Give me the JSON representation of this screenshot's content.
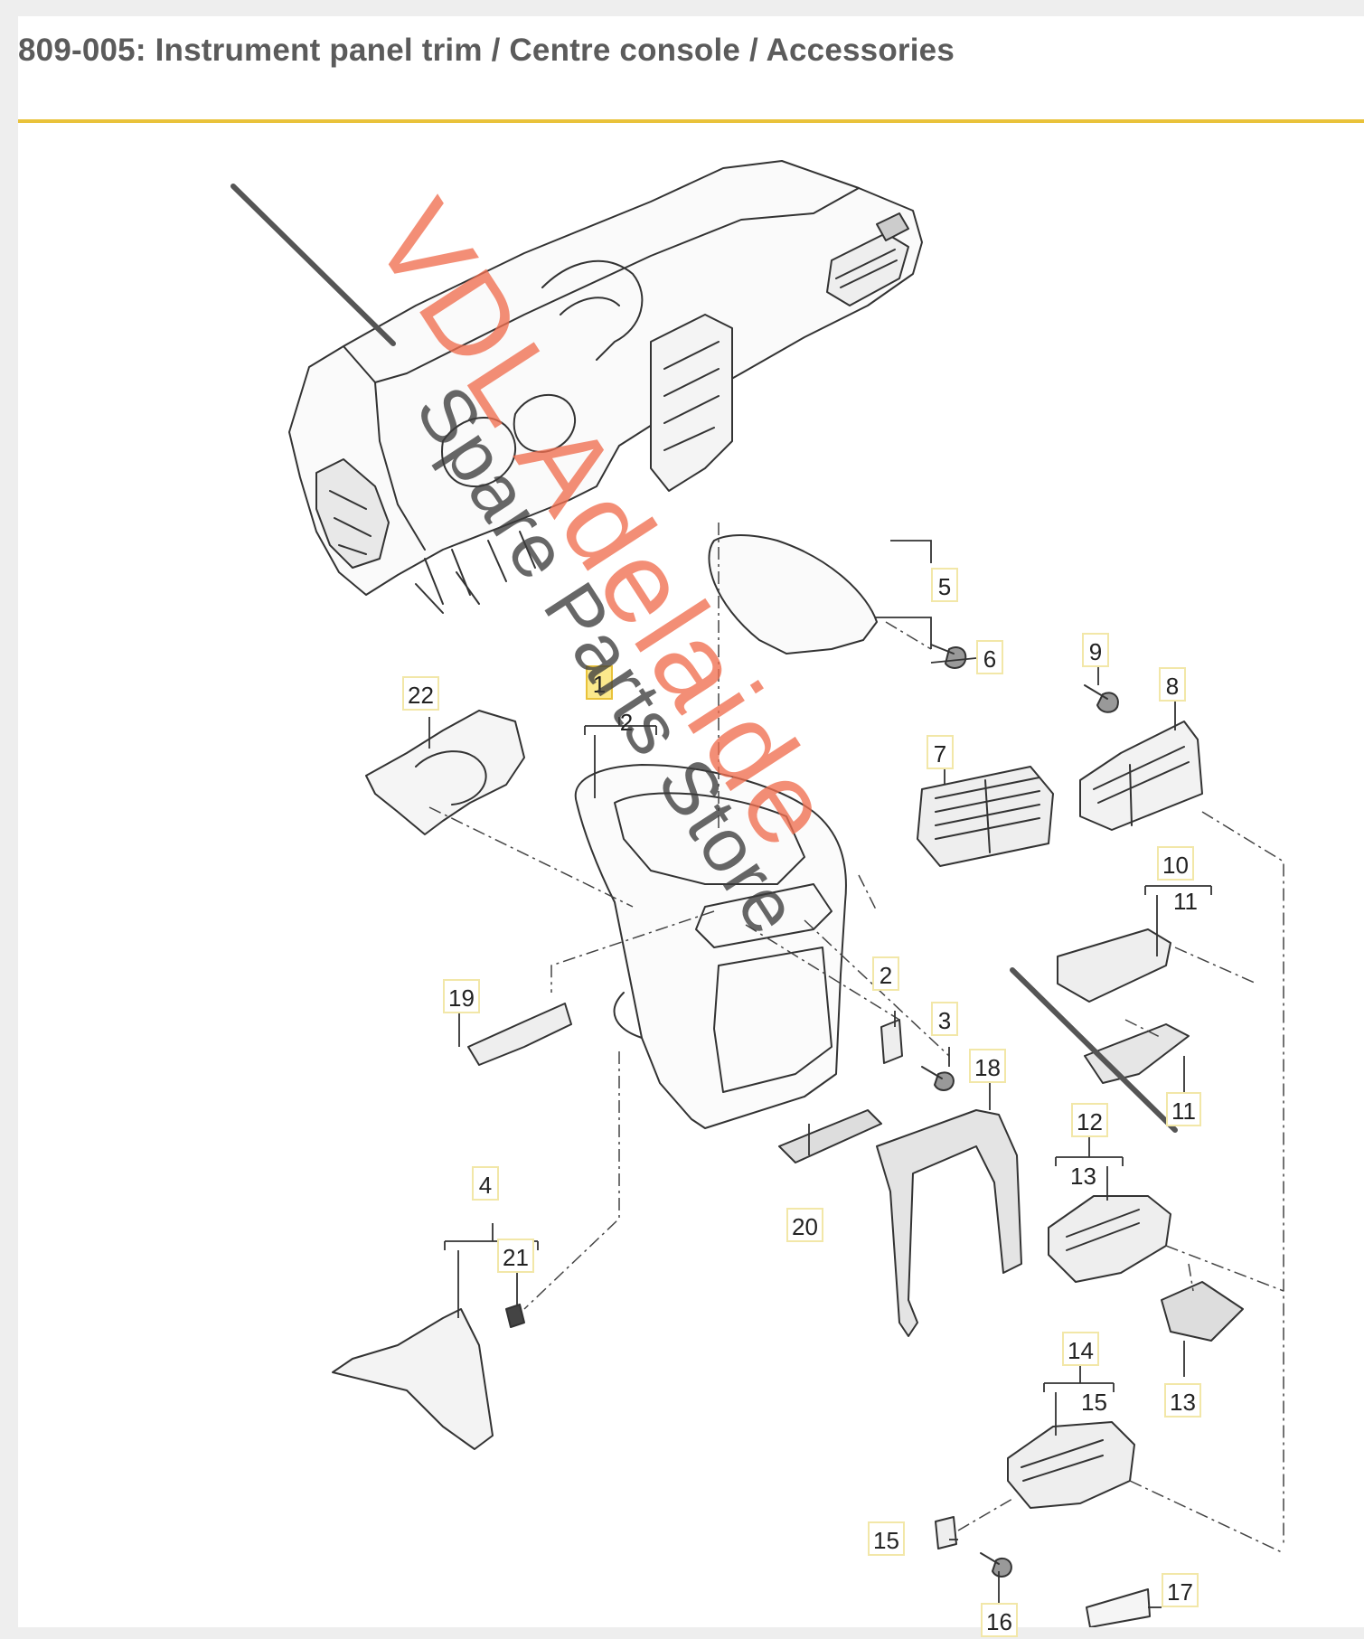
{
  "header": {
    "title": "809-005: Instrument panel trim / Centre console / Accessories"
  },
  "watermark": {
    "line1": "VDL Adelaide",
    "line2": "Spare Parts Store"
  },
  "callouts": [
    {
      "label": "1",
      "highlighted": true
    },
    {
      "label": "2"
    },
    {
      "label": "2"
    },
    {
      "label": "3"
    },
    {
      "label": "4"
    },
    {
      "label": "5"
    },
    {
      "label": "6"
    },
    {
      "label": "7"
    },
    {
      "label": "8"
    },
    {
      "label": "9"
    },
    {
      "label": "10"
    },
    {
      "label": "11"
    },
    {
      "label": "11"
    },
    {
      "label": "12"
    },
    {
      "label": "13"
    },
    {
      "label": "13"
    },
    {
      "label": "14"
    },
    {
      "label": "15"
    },
    {
      "label": "15"
    },
    {
      "label": "16"
    },
    {
      "label": "17"
    },
    {
      "label": "18"
    },
    {
      "label": "19"
    },
    {
      "label": "20"
    },
    {
      "label": "21"
    },
    {
      "label": "22"
    }
  ],
  "colors": {
    "title": "#5b5b5b",
    "rule": "#e9c23a",
    "highlight": "#fbe98c",
    "watermark_red": "#f06e50",
    "watermark_grey": "#3c3c3c"
  }
}
